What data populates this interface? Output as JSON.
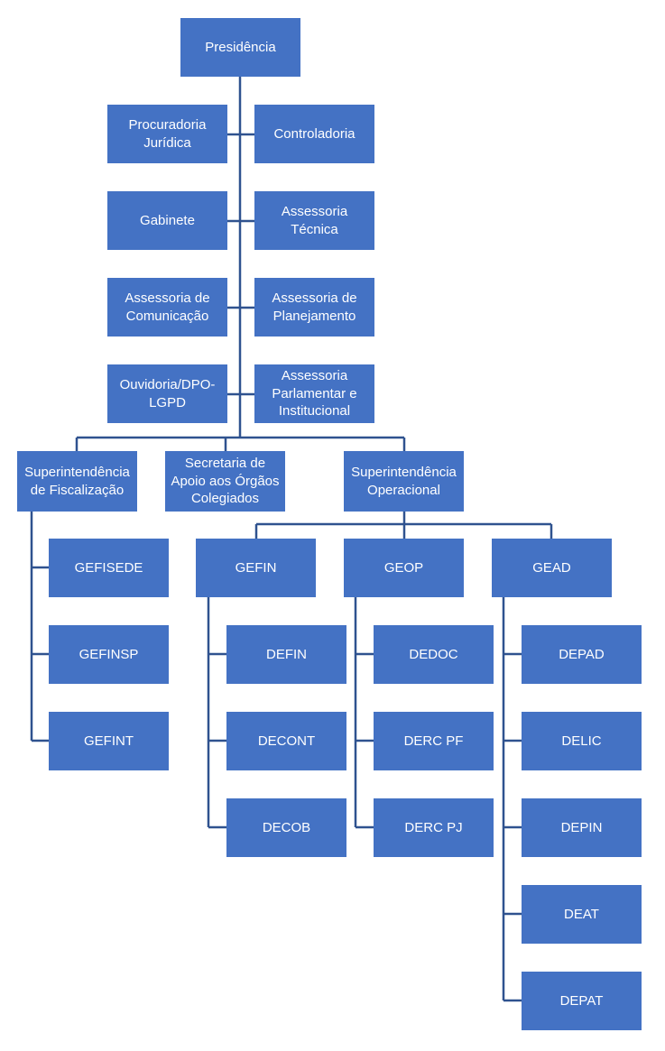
{
  "org_chart": {
    "presidencia": "Presidência",
    "procuradoria": "Procuradoria\nJurídica",
    "controladoria": "Controladoria",
    "gabinete": "Gabinete",
    "assessoria_tecnica": "Assessoria\nTécnica",
    "assessoria_comunicacao": "Assessoria de\nComunicação",
    "assessoria_planejamento": "Assessoria de\nPlanejamento",
    "ouvidoria": "Ouvidoria/DPO-\nLGPD",
    "assessoria_parlamentar": "Assessoria\nParlamentar e\nInstitucional",
    "sup_fiscalizacao": "Superintendência\nde Fiscalização",
    "secretaria": "Secretaria de\nApoio aos Órgãos\nColegiados",
    "sup_operacional": "Superintendência\nOperacional",
    "gefisede": "GEFISEDE",
    "gefinsp": "GEFINSP",
    "gefint": "GEFINT",
    "gefin": "GEFIN",
    "geop": "GEOP",
    "gead": "GEAD",
    "defin": "DEFIN",
    "decont": "DECONT",
    "decob": "DECOB",
    "dedoc": "DEDOC",
    "derc_pf": "DERC PF",
    "derc_pj": "DERC PJ",
    "depad": "DEPAD",
    "delic": "DELIC",
    "depin": "DEPIN",
    "deat": "DEAT",
    "depat": "DEPAT"
  },
  "colors": {
    "box_fill": "#4472C4",
    "connector": "#2F528F",
    "text": "#ffffff"
  }
}
